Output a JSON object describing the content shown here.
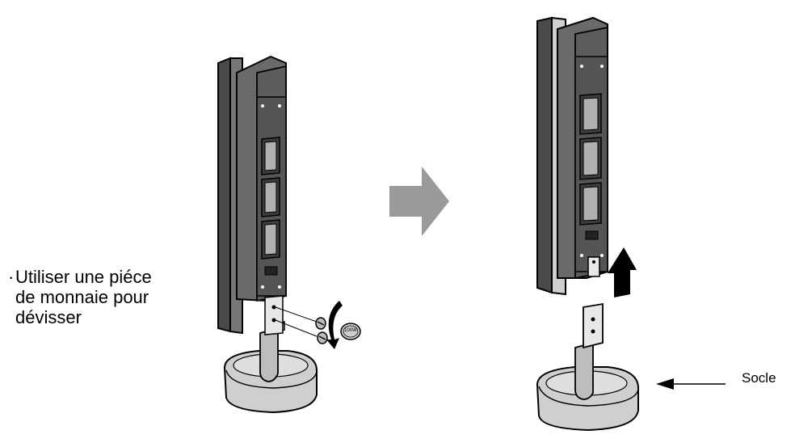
{
  "caption": {
    "bullet": "·",
    "text": "Utiliser une piéce\nde monnaie pour\ndévisser"
  },
  "stand_label": "Socle",
  "coin_text": "100W",
  "colors": {
    "outline": "#000000",
    "cabinet_dark": "#5a5a5a",
    "cabinet_mid": "#6f6f6f",
    "panel_light": "#b8b8b8",
    "base_light": "#cfcfcf",
    "arrow_gray": "#9a9a9a"
  }
}
